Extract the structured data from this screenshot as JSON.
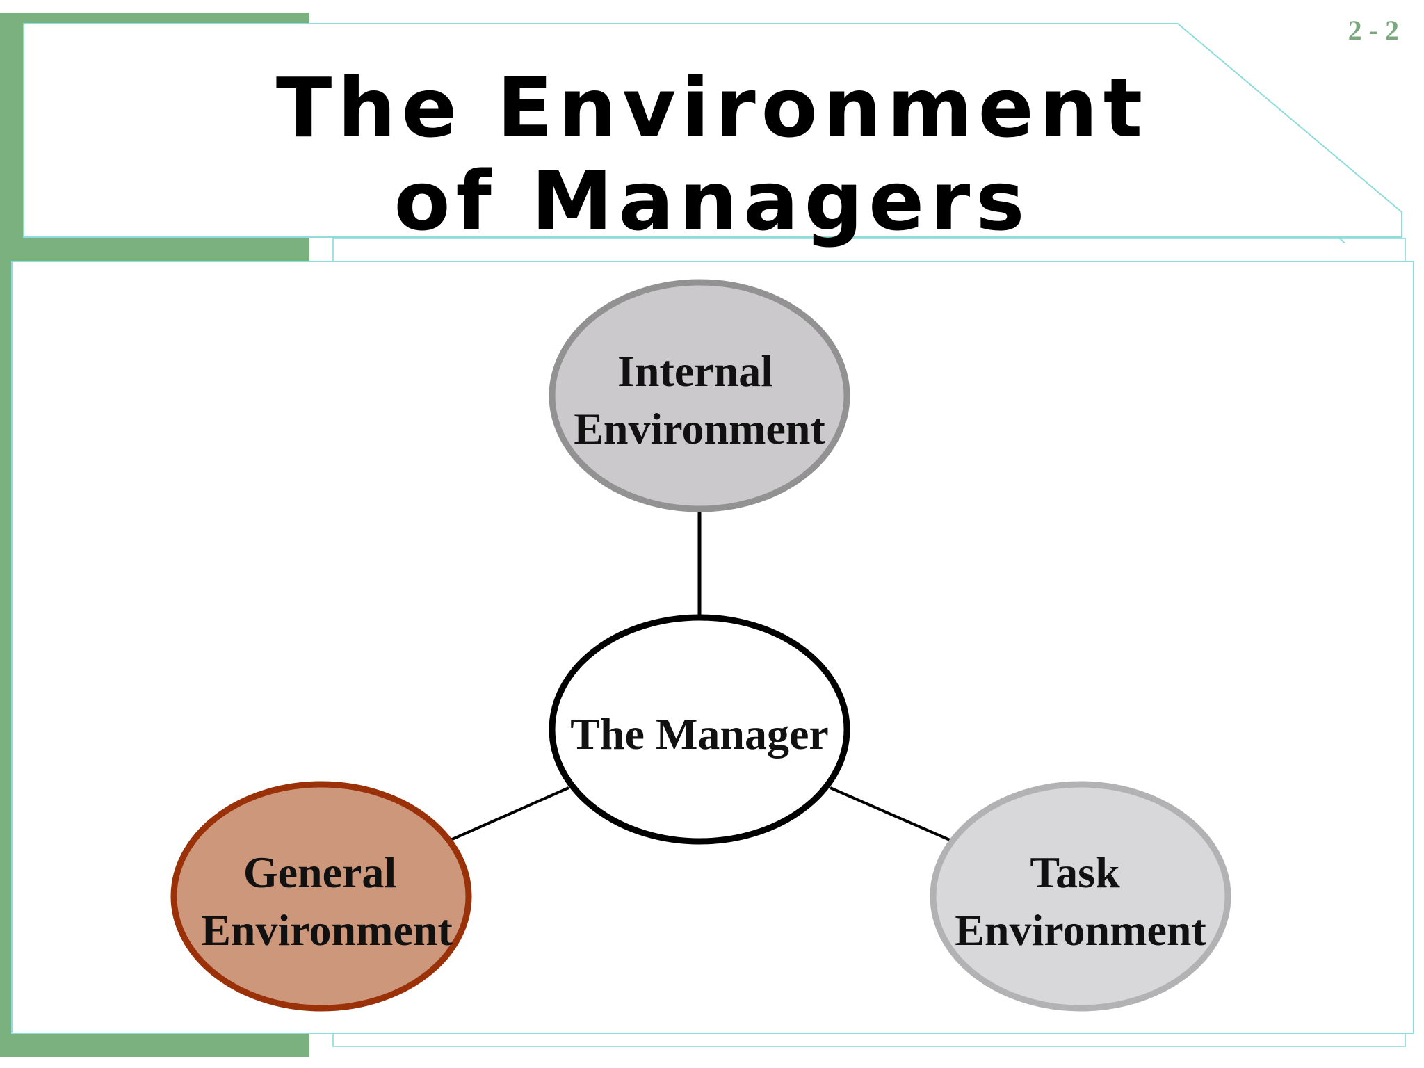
{
  "slide": {
    "title_line1": "The Environment",
    "title_line2": "of Managers",
    "number": "2 - 2"
  },
  "diagram": {
    "center": {
      "label": "The Manager",
      "fill": "#ffffff",
      "stroke": "#000000"
    },
    "nodes": [
      {
        "id": "internal",
        "line1": "Internal",
        "line2": "Environment",
        "fill": "#cbc9cb",
        "stroke": "#929292"
      },
      {
        "id": "general",
        "line1": "General",
        "line2": "Environment",
        "fill": "#cd977b",
        "stroke": "#9b3108"
      },
      {
        "id": "task",
        "line1": "Task",
        "line2": "Environment",
        "fill": "#d8d7d9",
        "stroke": "#b2b1b3"
      }
    ]
  },
  "colors": {
    "accent_green": "#7bb07f",
    "panel_border": "#8fdcdc"
  }
}
